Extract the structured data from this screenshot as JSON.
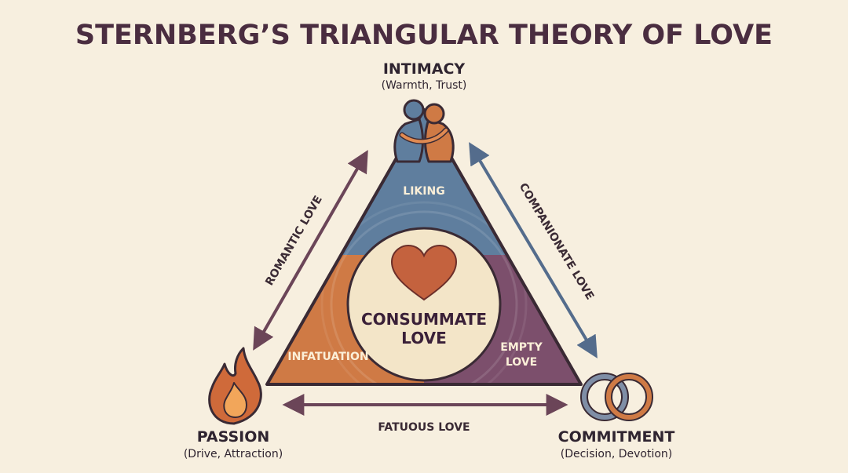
{
  "title": "STERNBERG’S TRIANGULAR THEORY OF LOVE",
  "vertices": {
    "intimacy": {
      "label": "INTIMACY",
      "sub": "(Warmth, Trust)",
      "icon": "hugging-people-icon"
    },
    "passion": {
      "label": "PASSION",
      "sub": "(Drive, Attraction)",
      "icon": "flame-icon"
    },
    "commitment": {
      "label": "COMMITMENT",
      "sub": "(Decision, Devotion)",
      "icon": "interlocked-rings-icon"
    }
  },
  "edges": {
    "romantic": "ROMANTIC LOVE",
    "companionate": "COMPANIONATE LOVE",
    "fatuous": "FATUOUS LOVE"
  },
  "regions": {
    "liking": "LIKING",
    "infatuation": "INFATUATION",
    "empty_line1": "EMPTY",
    "empty_line2": "LOVE"
  },
  "center": {
    "line1": "CONSUMMATE",
    "line2": "LOVE",
    "icon": "heart-icon"
  },
  "colors": {
    "background": "#f7efdf",
    "intimacy": "#5f7e9e",
    "passion": "#cf7a45",
    "commitment": "#7c4f6c",
    "center": "#f3e5c8",
    "heart": "#c4623e",
    "arrow_romantic": "#6b4558",
    "arrow_companionate": "#546c8c",
    "arrow_fatuous": "#6b4558"
  }
}
